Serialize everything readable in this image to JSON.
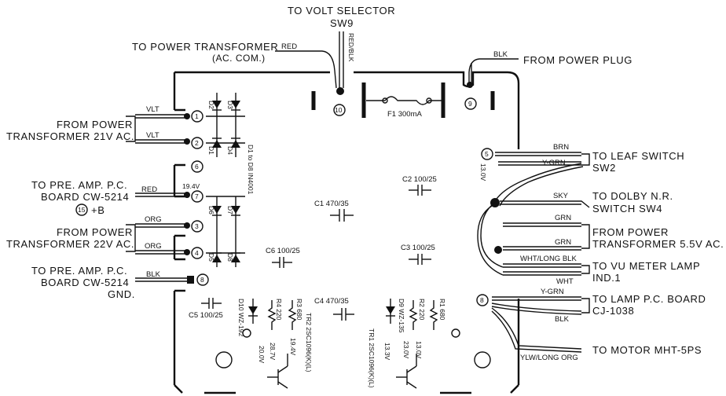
{
  "top": {
    "volt_selector": "TO VOLT SELECTOR",
    "sw9": "SW9",
    "power_transformer": "TO POWER TRANSFORMER",
    "ac_com": "(AC. COM.)",
    "red": "RED",
    "red_blk": "RED/BLK",
    "blk": "BLK",
    "from_power_plug": "FROM POWER PLUG",
    "fuse": "F1 300mA",
    "t10": "10",
    "t9": "9"
  },
  "left": {
    "from_power_1": "FROM POWER",
    "transformer_21v": "TRANSFORMER 21V AC.",
    "vlt_1": "VLT",
    "vlt_2": "VLT",
    "pre_amp_1": "TO PRE. AMP. P.C.",
    "board_1": "BOARD CW-5214",
    "plus_b_num": "15",
    "plus_b": "+B",
    "red": "RED",
    "from_power_2": "FROM POWER",
    "transformer_22v": "TRANSFORMER 22V AC.",
    "org_1": "ORG",
    "org_2": "ORG",
    "pre_amp_2": "TO PRE. AMP. P.C.",
    "board_2": "BOARD CW-5214",
    "gnd": "GND.",
    "blk": "BLK"
  },
  "terminals": {
    "t1": "1",
    "t2": "2",
    "t3": "3",
    "t4": "4",
    "t5": "5",
    "t6": "6",
    "t7": "7",
    "t8": "8",
    "t8b": "8",
    "v194": "19.4V",
    "v130": "13.0V"
  },
  "components": {
    "d2": "D2",
    "d3": "D3",
    "d1": "D1",
    "d4": "D4",
    "d6": "D6",
    "d7": "D7",
    "d5": "D5",
    "d8": "D8",
    "d1_d8": "D1 to D8  IN4001",
    "c1": "C1 470/35",
    "c2": "C2 100/25",
    "c3": "C3 100/25",
    "c4": "C4 470/35",
    "c5": "C5 100/25",
    "c6": "C6 100/25",
    "d10": "D10 WZ-192",
    "r4": "R4 220",
    "r3": "R3 680",
    "tr2": "TR2 2SC1096(K)(L)",
    "v287": "28.7V",
    "v200": "20.0V",
    "v194b": "19.4V",
    "d9": "D9 WZ-135",
    "r2": "R2 220",
    "r1": "R1 680",
    "tr1": "TR1 2SC1096(K)(L)",
    "v133": "13.3V",
    "v230": "23.0V",
    "v130b": "13.0V"
  },
  "right": {
    "brn": "BRN",
    "ygrn_1": "Y-GRN",
    "leaf_1": "TO LEAF SWITCH",
    "leaf_2": "SW2",
    "sky": "SKY",
    "dolby_1": "TO DOLBY N.R.",
    "dolby_2": "SWITCH  SW4",
    "grn_1": "GRN",
    "grn_2": "GRN",
    "from_power_1": "FROM POWER",
    "from_power_2": "TRANSFORMER 5.5V AC.",
    "wht_long_blk": "WHT/LONG BLK",
    "vu_1": "TO VU METER LAMP",
    "vu_2": "IND.1",
    "wht": "WHT",
    "ygrn_2": "Y-GRN",
    "lamp_1": "TO LAMP P.C. BOARD",
    "lamp_2": "CJ-1038",
    "blk": "BLK",
    "ylw": "YLW/LONG ORG",
    "motor": "TO MOTOR  MHT-5PS"
  }
}
